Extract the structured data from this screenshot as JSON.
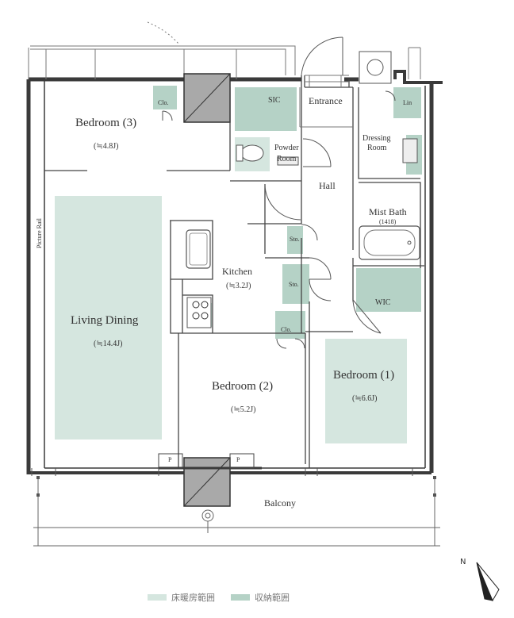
{
  "rooms": {
    "bedroom3": {
      "name": "Bedroom (3)",
      "area": "(≒4.8J)"
    },
    "living": {
      "name": "Living Dining",
      "area": "(≒14.4J)"
    },
    "kitchen": {
      "name": "Kitchen",
      "area": "(≒3.2J)"
    },
    "bedroom2": {
      "name": "Bedroom (2)",
      "area": "(≒5.2J)"
    },
    "bedroom1": {
      "name": "Bedroom (1)",
      "area": "(≒6.6J)"
    },
    "powder": {
      "line1": "Powder",
      "line2": "Room"
    },
    "dressing": {
      "line1": "Dressing",
      "line2": "Room"
    },
    "bath": {
      "name": "Mist Bath",
      "size": "(1418)"
    },
    "hall": "Hall",
    "entrance": "Entrance",
    "balcony": "Balcony",
    "sic": "SIC",
    "wic": "WIC",
    "lin": "Lin",
    "clo": "Clo.",
    "sto": "Sto.",
    "picture_rail": "Picture Rail",
    "p": "P"
  },
  "legend": {
    "floor_heating": "床暖房範囲",
    "storage": "収納範囲"
  },
  "north": "N",
  "colors": {
    "floor_heating": "#d5e6df",
    "storage": "#b5d2c6",
    "wall": "#3a3a3a",
    "shaft": "#a9a9a9"
  }
}
